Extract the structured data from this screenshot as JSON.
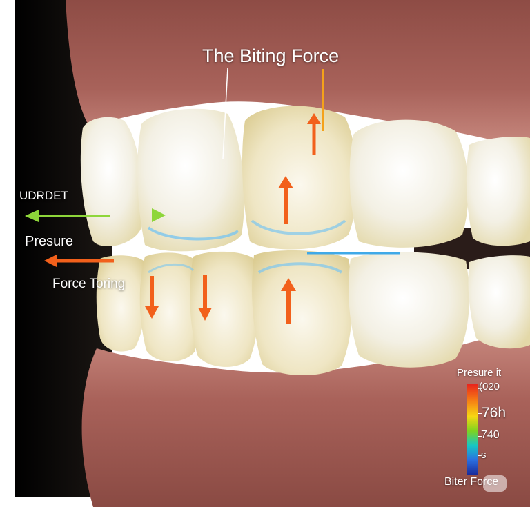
{
  "image": {
    "title": "The Biting Force",
    "labels": {
      "udrdet": "UDRDET",
      "presure": "Presure",
      "force_toring": "Force Toring"
    },
    "legend": {
      "title": "Presure it",
      "ticks": [
        "(020",
        "76h",
        "740",
        "s"
      ],
      "footer": "Biter Force",
      "colors": [
        "#e8201c",
        "#f57a14",
        "#f7d613",
        "#7ed320",
        "#16c7c4",
        "#2a6fe0",
        "#1a2a9a"
      ]
    },
    "arrow_colors": {
      "force": "#f2601b",
      "lateral": "#8ed63a",
      "contact_line": "#3fa9e8"
    }
  }
}
